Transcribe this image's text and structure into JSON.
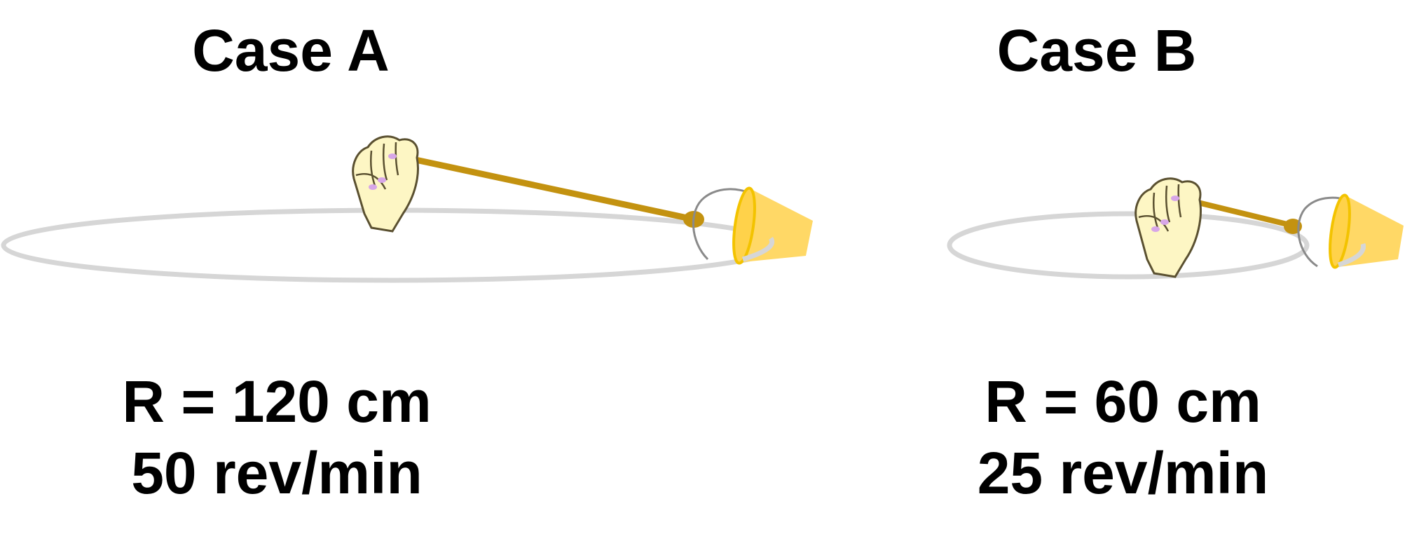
{
  "case_a": {
    "title": "Case A",
    "radius_label": "R = 120 cm",
    "speed_label": "50 rev/min"
  },
  "case_b": {
    "title": "Case B",
    "radius_label": "R = 60 cm",
    "speed_label": "25 rev/min"
  },
  "colors": {
    "orbit": "#d6d6d6",
    "rope": "#c39210",
    "bucket": "#ffd866",
    "bucket_rim": "#f3c300",
    "hand": "#fdf6c4",
    "nail": "#d7a6e8",
    "handle": "#8a8a8a"
  },
  "icons": [
    "hand-fist-icon",
    "rope",
    "bucket-icon",
    "bucket-handle"
  ]
}
